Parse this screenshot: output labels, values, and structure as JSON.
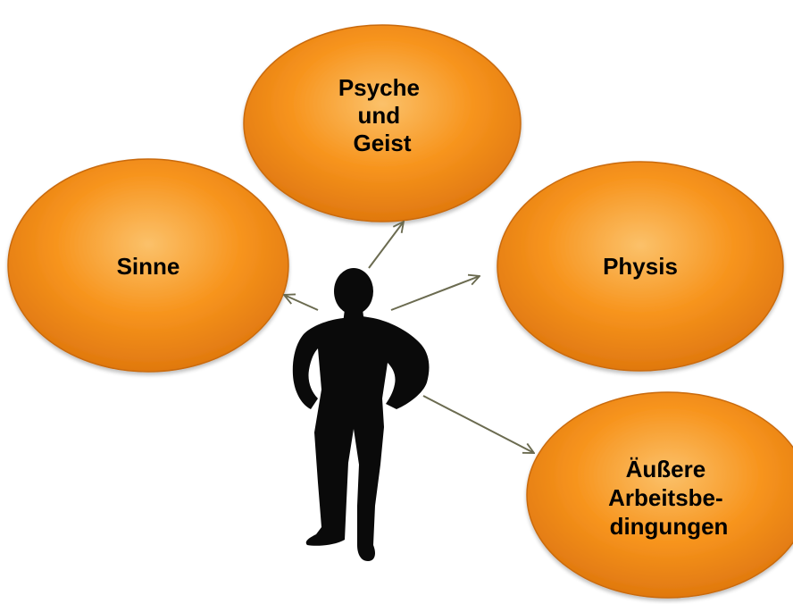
{
  "diagram": {
    "colors": {
      "bubble_light": "#fbc16a",
      "bubble_mid": "#f7941d",
      "bubble_dark": "#e0780f",
      "bubble_edge": "#c96a10",
      "arrow": "#6b6b50",
      "silhouette": "#0a0a0a",
      "label_text": "#000000"
    },
    "center": {
      "icon": "person-silhouette-icon"
    },
    "nodes": [
      {
        "id": "psyche",
        "lines": [
          "Psyche",
          "und",
          "Geist"
        ]
      },
      {
        "id": "sinne",
        "lines": [
          "Sinne"
        ]
      },
      {
        "id": "physis",
        "lines": [
          "Physis"
        ]
      },
      {
        "id": "arbeit",
        "lines": [
          "Äußere",
          "Arbeitsbe-",
          "dingungen"
        ]
      }
    ]
  }
}
